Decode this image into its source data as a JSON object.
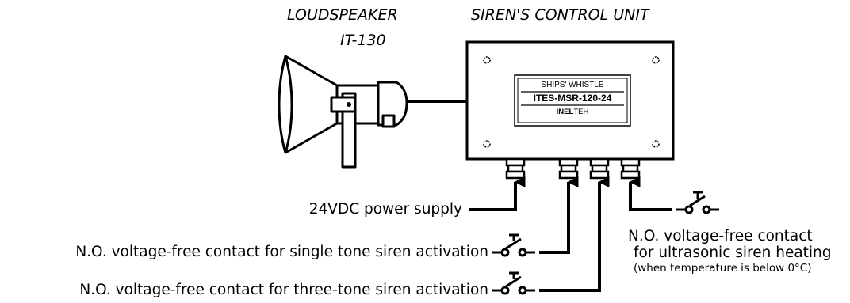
{
  "headers": {
    "loudspeaker_title": "LOUDSPEAKER",
    "loudspeaker_model": "IT-130",
    "control_unit_title": "SIREN'S CONTROL UNIT"
  },
  "nameplate": {
    "line1": "SHIPS' WHISTLE",
    "line2": "ITES-MSR-120-24",
    "line3_bold": "INEL",
    "line3_rest": "TEH"
  },
  "labels": {
    "power_supply": "24VDC power supply",
    "single_tone": "N.O. voltage-free contact for single tone siren activation",
    "three_tone": "N.O. voltage-free contact for three-tone siren activation",
    "heating_line1": "N.O. voltage-free contact",
    "heating_line2": "for ultrasonic siren heating",
    "heating_note": "(when temperature is below 0°C)"
  }
}
